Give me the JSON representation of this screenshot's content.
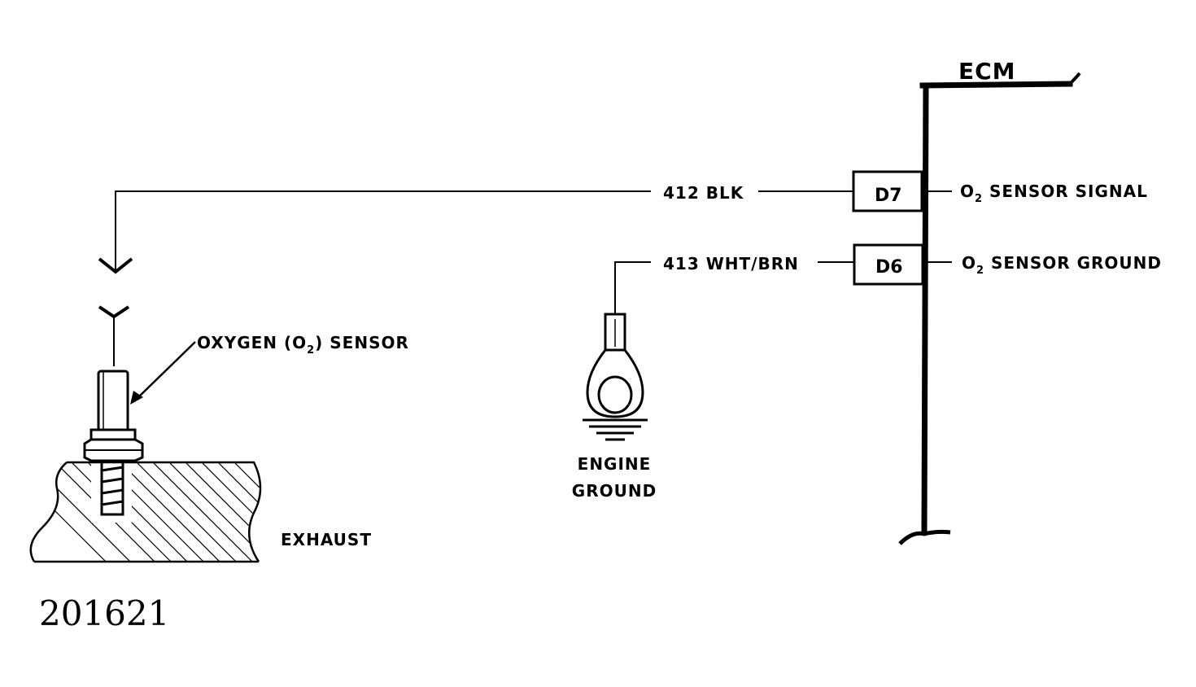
{
  "ecm": {
    "title": "ECM",
    "pins": [
      {
        "pin": "D7",
        "wire": "412 BLK",
        "function_prefix": "O",
        "function_sub": "2",
        "function_rest": " SENSOR SIGNAL"
      },
      {
        "pin": "D6",
        "wire": "413 WHT/BRN",
        "function_prefix": "O",
        "function_sub": "2",
        "function_rest": " SENSOR GROUND"
      }
    ]
  },
  "sensor": {
    "label_prefix": "OXYGEN (O",
    "label_sub": "2",
    "label_suffix": ") SENSOR"
  },
  "exhaust": {
    "label": "EXHAUST"
  },
  "ground": {
    "line1": "ENGINE",
    "line2": "GROUND"
  },
  "figure_number": "201621"
}
